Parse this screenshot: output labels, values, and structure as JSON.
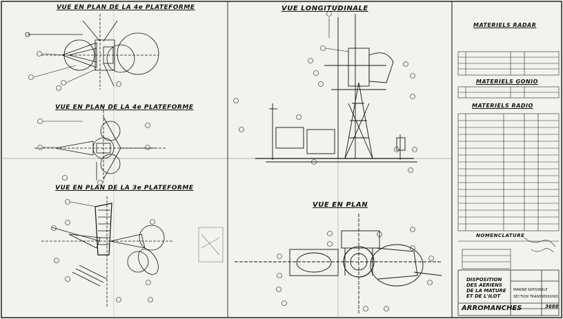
{
  "views": {
    "plan_4": "VUE EN PLAN DE LA 4e PLATEFORME",
    "plan_4b": "VUE EN PLAN DE LA 4e PLATEFORME",
    "plan_3": "VUE EN PLAN DE LA 3e PLATEFORME",
    "longitudinal": "VUE LONGITUDINALE",
    "plan": "VUE EN PLAN"
  },
  "tables": {
    "radar": "MATERIELS RADAR",
    "gonio": "MATERIELS GONIO",
    "radio": "MATERIELS RADIO",
    "nomenclature": "NOMENCLATURE"
  },
  "title_block": {
    "line1": "DISPOSITION",
    "line2": "DES AERIENS",
    "line3": "DE LA MATURE",
    "line4": "ET DE L'ILOT",
    "ship": "ARROMANCHES",
    "number": "3688",
    "org1": "MARINE NATIONALE",
    "org2": "SECTION TRANSMISSIONS"
  },
  "colors": {
    "ink": "#111111",
    "paper": "#f2f2ee"
  }
}
